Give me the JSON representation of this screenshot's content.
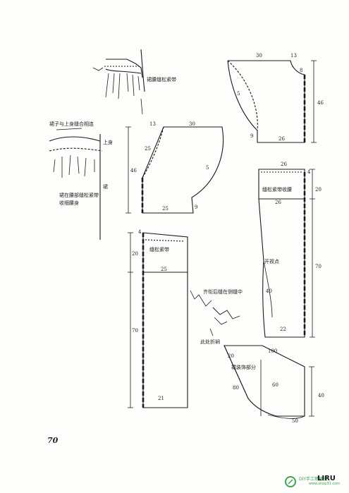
{
  "page_number": "70",
  "notes": {
    "waist_elastic": "裙腰缝松紧带",
    "seam_with_top": "裙子与上身缝合相连",
    "top_label": "上身",
    "skirt_label": "裙",
    "waist_elastic_gather": "裙在腰部缝松紧带收细腰身",
    "elastic_waist_b": "缝松紧带收腰",
    "elastic_strip": "缝松紧带",
    "slit_point": "开衩点",
    "hidden_seam": "齐衔后缝在侧缝中",
    "fold_here": "此处折裥",
    "skirt_trim": "裙装饰部分"
  },
  "dims": {
    "p1_top": "30",
    "p1_tr": "13",
    "p1_right": "8",
    "p1_curve": "5",
    "p1_height": "46",
    "p1_left": "9",
    "p1_bottom": "26",
    "p2_tl": "13",
    "p2_top": "30",
    "p2_left": "25",
    "p2_curve": "5",
    "p2_height": "46",
    "p2_bottom": "25",
    "p2_right": "9",
    "p3_top": "26",
    "p3_tr": "4",
    "p3_h20": "20",
    "p3_mid": "26",
    "p3_h70": "70",
    "p3_slit": "40",
    "p3_bottom": "22",
    "p4_tl": "4",
    "p4_h20": "20",
    "p4_mid": "25",
    "p4_h70": "70",
    "p4_bottom": "21",
    "p5_top": "100",
    "p5_left": "20",
    "p5_mid": "60",
    "p5_diag": "80",
    "p5_right": "40",
    "p5_bottom": "50"
  },
  "watermark": {
    "cn_text": "DIY手工猪猪圈",
    "brand": "LIRU",
    "url": "www.shop31.com",
    "icon": "leaf-logo-icon"
  }
}
